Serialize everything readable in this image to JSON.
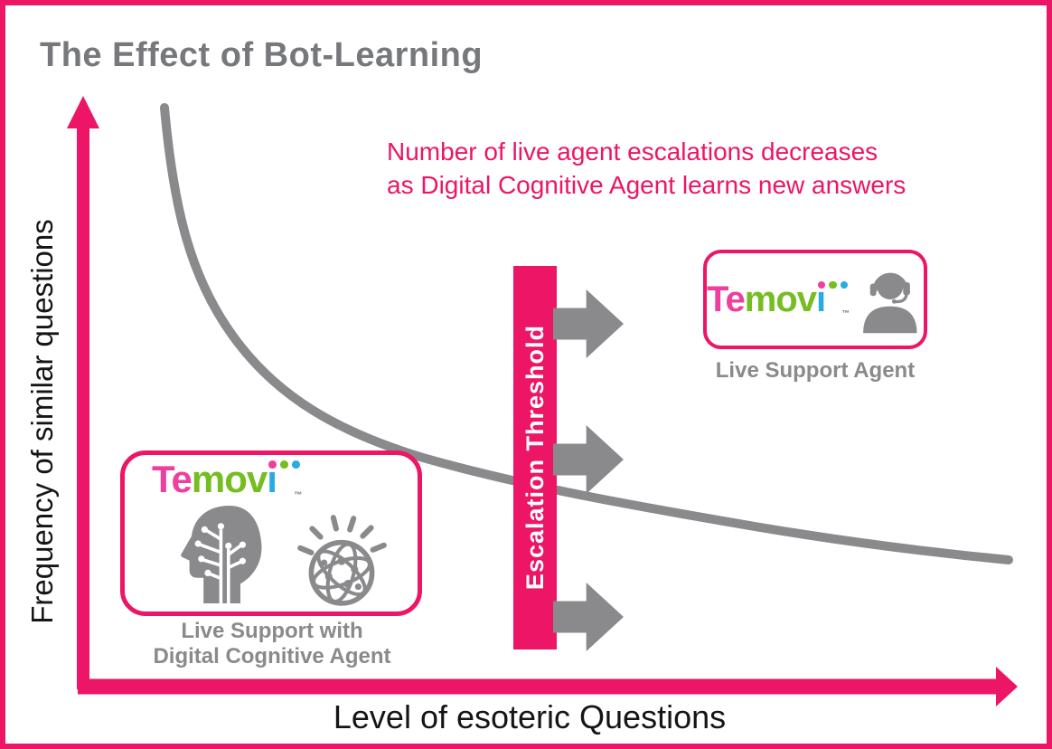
{
  "title": "The Effect of Bot-Learning",
  "axes": {
    "y_label": "Frequency of similar questions",
    "x_label": "Level of esoteric Questions"
  },
  "annotation": {
    "line1": "Number of live agent escalations decreases",
    "line2": "as Digital Cognitive Agent learns new answers"
  },
  "threshold": {
    "label": "Escalation Threshold"
  },
  "logo": {
    "te": "Te",
    "mov": "mov",
    "i_stem": "ı",
    "tm": "™"
  },
  "boxes": {
    "dca": {
      "caption_line1": "Live Support with",
      "caption_line2": "Digital Cognitive Agent"
    },
    "agent": {
      "caption": "Live Support Agent"
    }
  },
  "curve": {
    "shape": "hyperbolic-decay",
    "direction": "top-left to bottom-right"
  },
  "icons": {
    "dca_left": "circuit-head-icon",
    "dca_right": "cognitive-globe-icon",
    "agent": "headset-agent-icon",
    "threshold_arrows": "right-block-arrow-icon"
  },
  "colors": {
    "pink": "#ec1566",
    "gray": "#8a8a8d",
    "title_gray": "#77787b",
    "logo_pink": "#ee3f9f",
    "logo_green": "#76bd22",
    "logo_blue": "#29abe2"
  }
}
